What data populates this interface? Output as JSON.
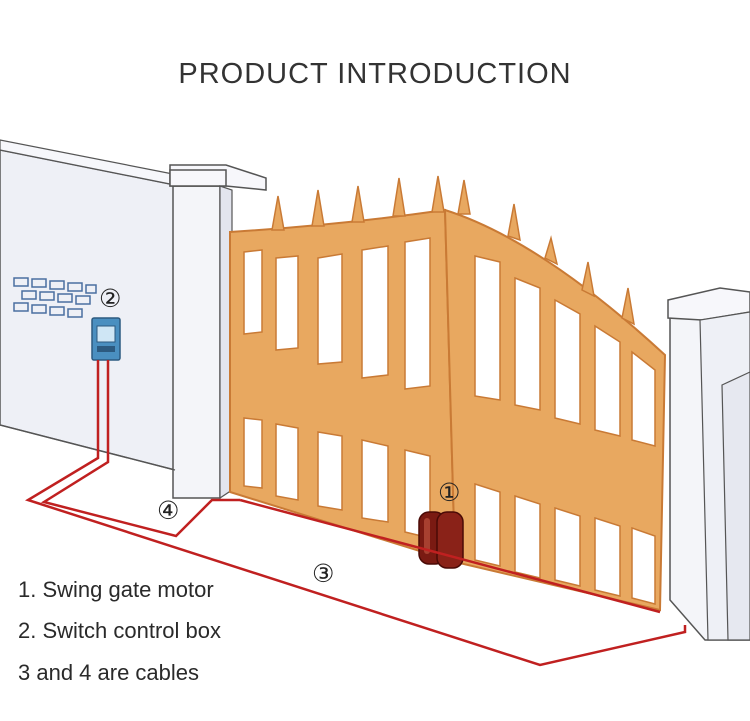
{
  "title": "PRODUCT INTRODUCTION",
  "callouts": {
    "motor": "①",
    "control_box": "②",
    "cable_long": "③",
    "cable_short": "④"
  },
  "legend": [
    "1. Swing gate motor",
    "2. Switch control box",
    "3 and 4 are cables"
  ],
  "colors": {
    "gate": "#e8a860",
    "gate_frame": "#c97a35",
    "cable": "#c02020",
    "wall": "#eef0f6",
    "motor": "#7a1a12",
    "control_box": "#4a8fc0"
  },
  "icons": {
    "brick": "brick-pattern-icon",
    "motor": "gate-motor-icon",
    "box": "control-box-icon"
  }
}
